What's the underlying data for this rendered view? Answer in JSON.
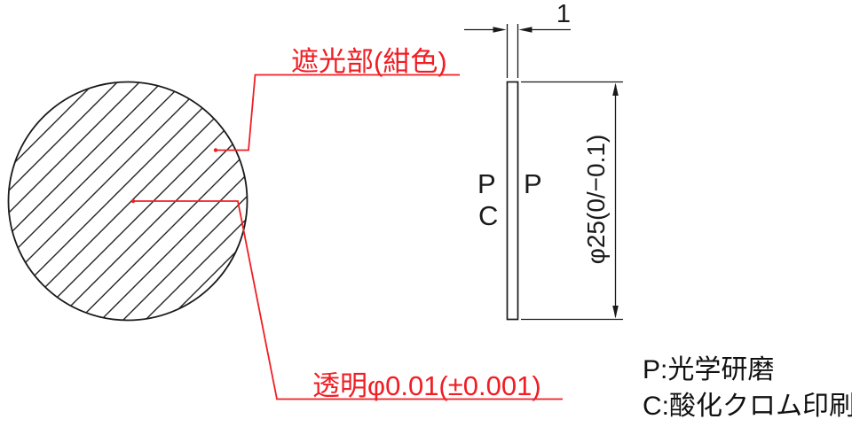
{
  "drawing": {
    "front_view": {
      "shading_label": "遮光部(紺色)",
      "pinhole_label": "透明φ0.01(±0.001)"
    },
    "side_view": {
      "thickness_dim": "1",
      "diameter_dim": "φ25(0/−0.1)",
      "surface_p_left": "P",
      "surface_p_right": "P",
      "surface_c_left": "C"
    },
    "legend": {
      "p_line": "P:光学研磨",
      "c_line": "C:酸化クロム印刷"
    },
    "colors": {
      "annotation_red": "#f01e24",
      "line_black": "#1a1a1a"
    }
  }
}
